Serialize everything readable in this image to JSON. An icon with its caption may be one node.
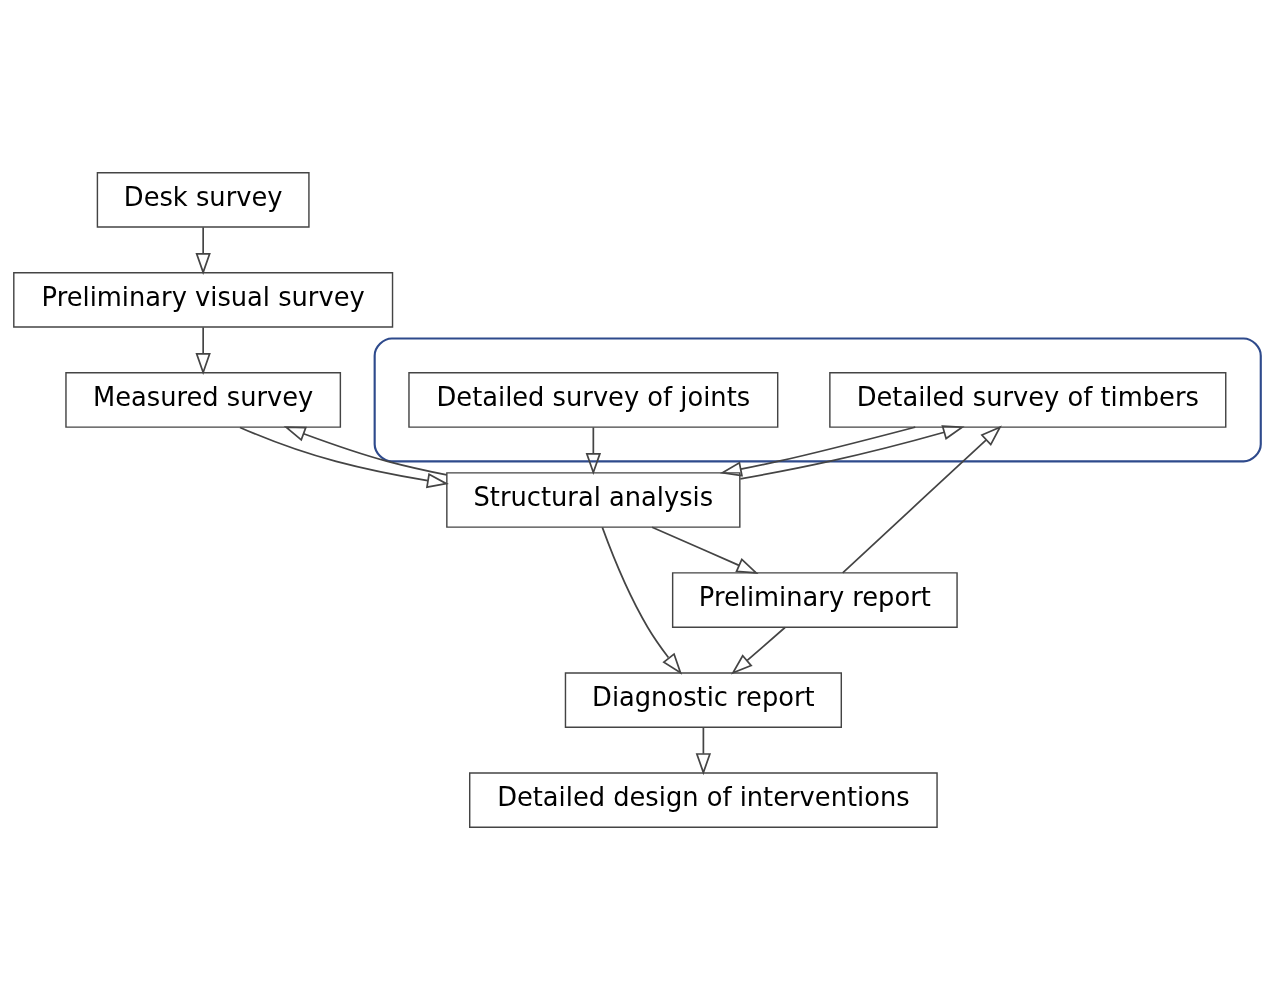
{
  "diagram": {
    "nodes": [
      {
        "text": [
          "Desk survey"
        ]
      },
      {
        "text": [
          "Preliminary visual survey"
        ]
      },
      {
        "text": [
          "Measured survey"
        ]
      },
      {
        "text": [
          "Structural analysis"
        ]
      },
      {
        "text": [],
        "shape": "ellipse"
      },
      {
        "text": [
          "Detailed survey of joints"
        ],
        "in": 4
      },
      {
        "text": [
          "Detailed survey of timbers"
        ],
        "in": 4
      },
      {
        "text": [
          "Preliminary report"
        ]
      },
      {
        "text": [
          "Diagnostic report"
        ]
      },
      {
        "text": [
          "Detailed design of interventions"
        ]
      }
    ],
    "edges": [
      {
        "from": 0,
        "to": 1,
        "arrow": "to"
      },
      {
        "from": 1,
        "to": 2,
        "arrow": "to"
      },
      {
        "from": 2,
        "to": 3,
        "arrow": "to"
      },
      {
        "from": 3,
        "to": 2,
        "arrow": "to"
      },
      {
        "from": 5,
        "to": 3,
        "arrow": "to"
      },
      {
        "from": 6,
        "to": 3,
        "arrow": "to"
      },
      {
        "from": 3,
        "to": 6,
        "arrow": "to"
      },
      {
        "from": 3,
        "to": 7,
        "arrow": "to"
      },
      {
        "from": 7,
        "to": 6,
        "arrow": "to"
      },
      {
        "from": 3,
        "to": 8,
        "arrow": "to"
      },
      {
        "from": 7,
        "to": 8,
        "arrow": "to"
      },
      {
        "from": 8,
        "to": 9,
        "arrow": "to"
      }
    ]
  }
}
